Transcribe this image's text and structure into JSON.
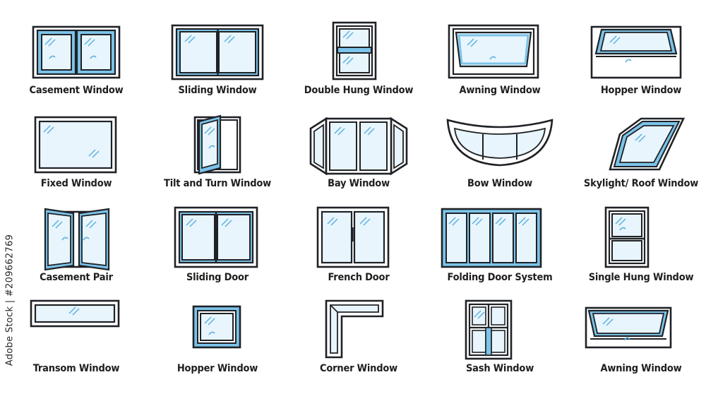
{
  "colors": {
    "frame": "#1f2226",
    "glass": "#e8f5fc",
    "blue": "#7cc4ea",
    "accent": "#5ab0e0",
    "background": "#ffffff"
  },
  "windows": [
    {
      "label": "Casement Window",
      "icon": "casement-window-icon"
    },
    {
      "label": "Sliding Window",
      "icon": "sliding-window-icon"
    },
    {
      "label": "Double Hung Window",
      "icon": "double-hung-window-icon"
    },
    {
      "label": "Awning Window",
      "icon": "awning-window-icon"
    },
    {
      "label": "Hopper Window",
      "icon": "hopper-window-icon"
    },
    {
      "label": "Fixed Window",
      "icon": "fixed-window-icon"
    },
    {
      "label": "Tilt and Turn Window",
      "icon": "tilt-and-turn-window-icon"
    },
    {
      "label": "Bay Window",
      "icon": "bay-window-icon"
    },
    {
      "label": "Bow Window",
      "icon": "bow-window-icon"
    },
    {
      "label": "Skylight/ Roof Window",
      "icon": "skylight-roof-window-icon"
    },
    {
      "label": "Casement Pair",
      "icon": "casement-pair-icon"
    },
    {
      "label": "Sliding Door",
      "icon": "sliding-door-icon"
    },
    {
      "label": "French Door",
      "icon": "french-door-icon"
    },
    {
      "label": "Folding Door System",
      "icon": "folding-door-system-icon"
    },
    {
      "label": "Single Hung Window",
      "icon": "single-hung-window-icon"
    },
    {
      "label": "Transom Window",
      "icon": "transom-window-icon"
    },
    {
      "label": "Hopper Window",
      "icon": "hopper-window-small-icon"
    },
    {
      "label": "Corner Window",
      "icon": "corner-window-icon"
    },
    {
      "label": "Sash Window",
      "icon": "sash-window-icon"
    },
    {
      "label": "Awning Window",
      "icon": "awning-window-small-icon"
    }
  ],
  "stock_id": "Adobe Stock | #209662769"
}
